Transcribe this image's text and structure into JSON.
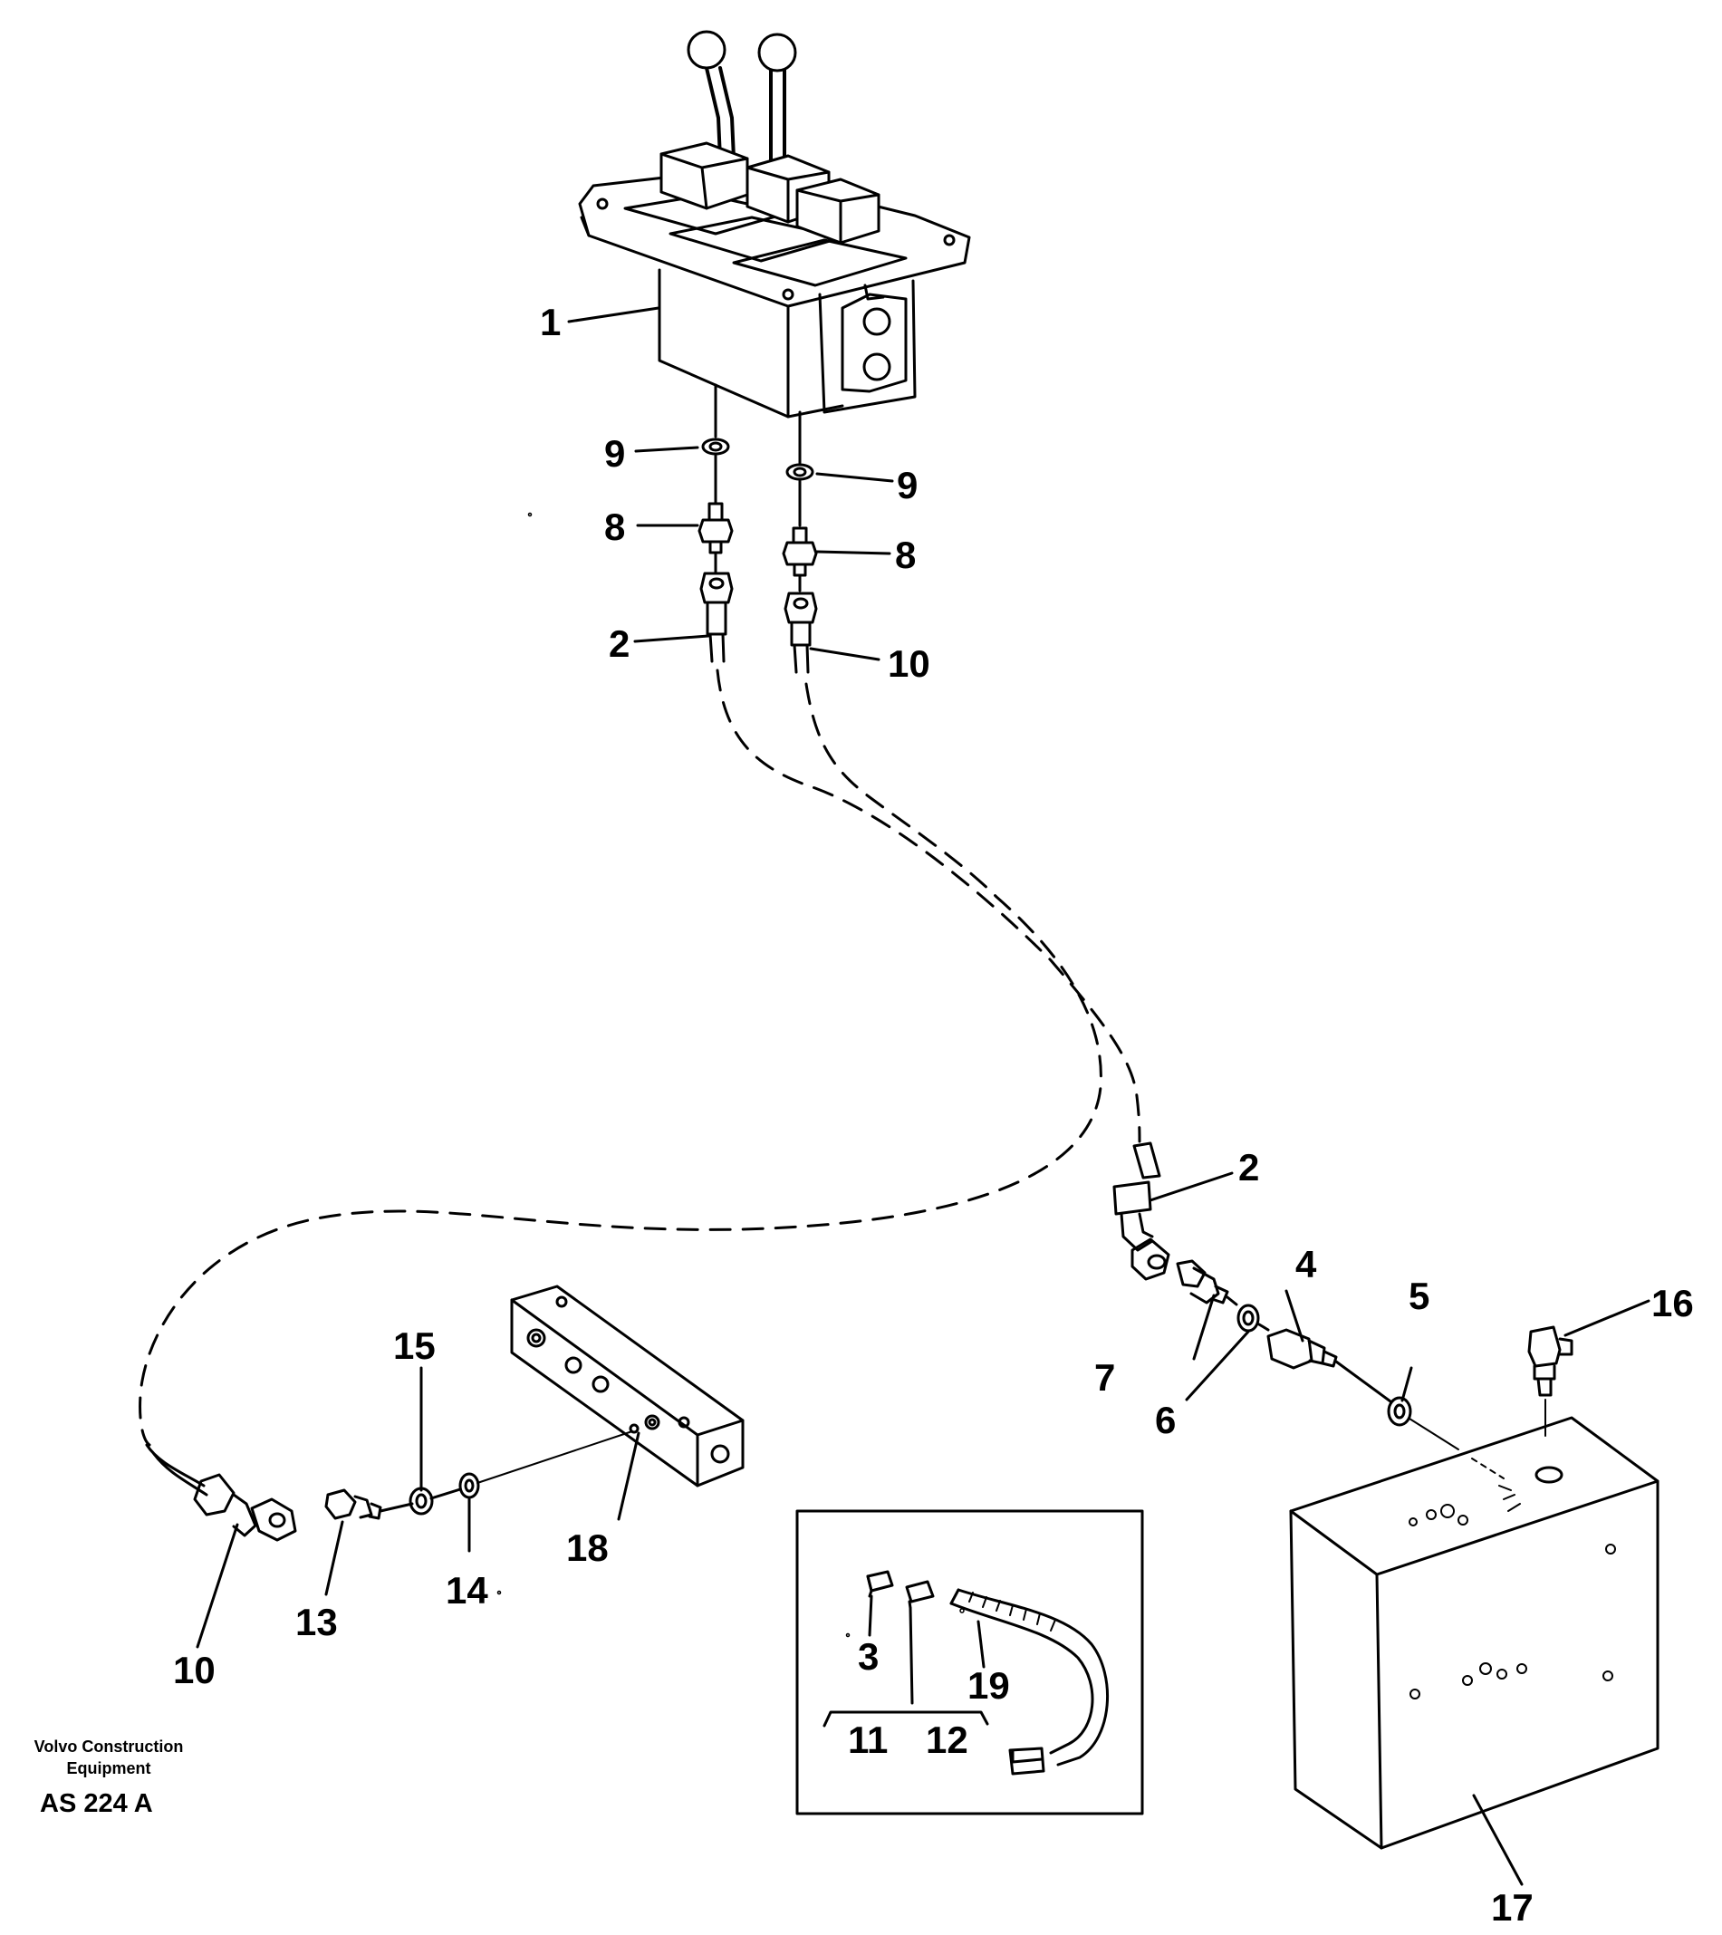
{
  "callouts": {
    "c1": "1",
    "c9a": "9",
    "c9b": "9",
    "c8a": "8",
    "c8b": "8",
    "c2a": "2",
    "c10a": "10",
    "c2b": "2",
    "c4": "4",
    "c5": "5",
    "c16": "16",
    "c7": "7",
    "c6": "6",
    "c15": "15",
    "c18": "18",
    "c14": "14",
    "c13": "13",
    "c10b": "10",
    "c3": "3",
    "c19": "19",
    "c11": "11",
    "c12": "12",
    "c17": "17"
  },
  "footer": {
    "company_line1": "Volvo Construction",
    "company_line2": "Equipment",
    "drawing_code": "AS 224 A"
  }
}
